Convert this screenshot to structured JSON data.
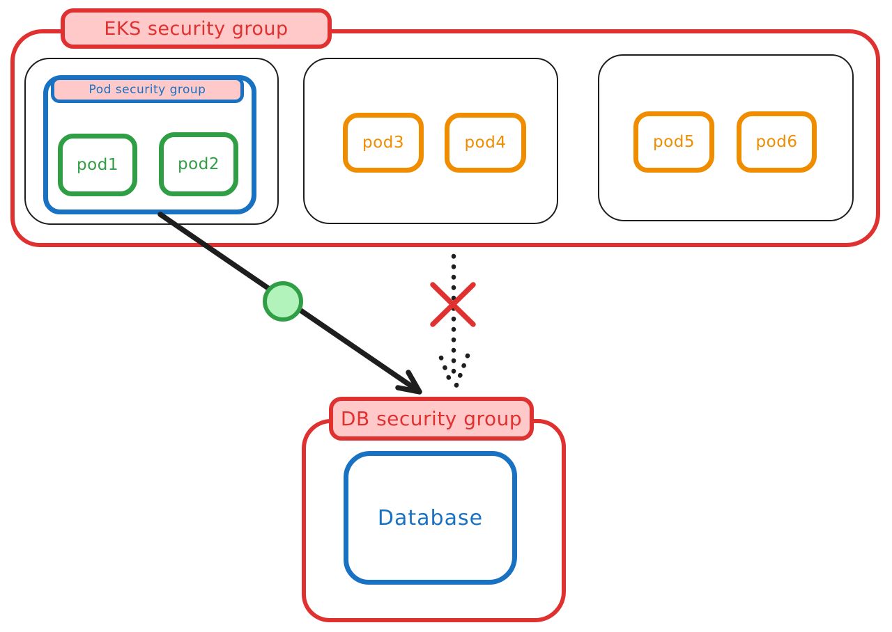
{
  "colors": {
    "red": "#e03131",
    "pink": "#ffc9c9",
    "blue": "#1971c2",
    "green": "#2f9e44",
    "green_light": "#b2f2bb",
    "orange": "#f08c00",
    "ink": "#1e1e1e",
    "background": "#ffffff"
  },
  "eks_security_group": {
    "label": "EKS security group",
    "nodes": [
      {
        "pod_security_group": {
          "label": "Pod security group"
        },
        "pods": [
          {
            "label": "pod1"
          },
          {
            "label": "pod2"
          }
        ]
      },
      {
        "pods": [
          {
            "label": "pod3"
          },
          {
            "label": "pod4"
          }
        ]
      },
      {
        "pods": [
          {
            "label": "pod5"
          },
          {
            "label": "pod6"
          }
        ]
      }
    ]
  },
  "db_security_group": {
    "label": "DB security group",
    "database": {
      "label": "Database"
    }
  },
  "connections": [
    {
      "from": "pod-security-group",
      "to": "db-security-group",
      "line_style": "solid",
      "marker_icon": "green-circle-icon"
    },
    {
      "from": "eks-security-group",
      "to": "db-security-group",
      "line_style": "dotted",
      "marker_icon": "red-x-icon"
    }
  ]
}
